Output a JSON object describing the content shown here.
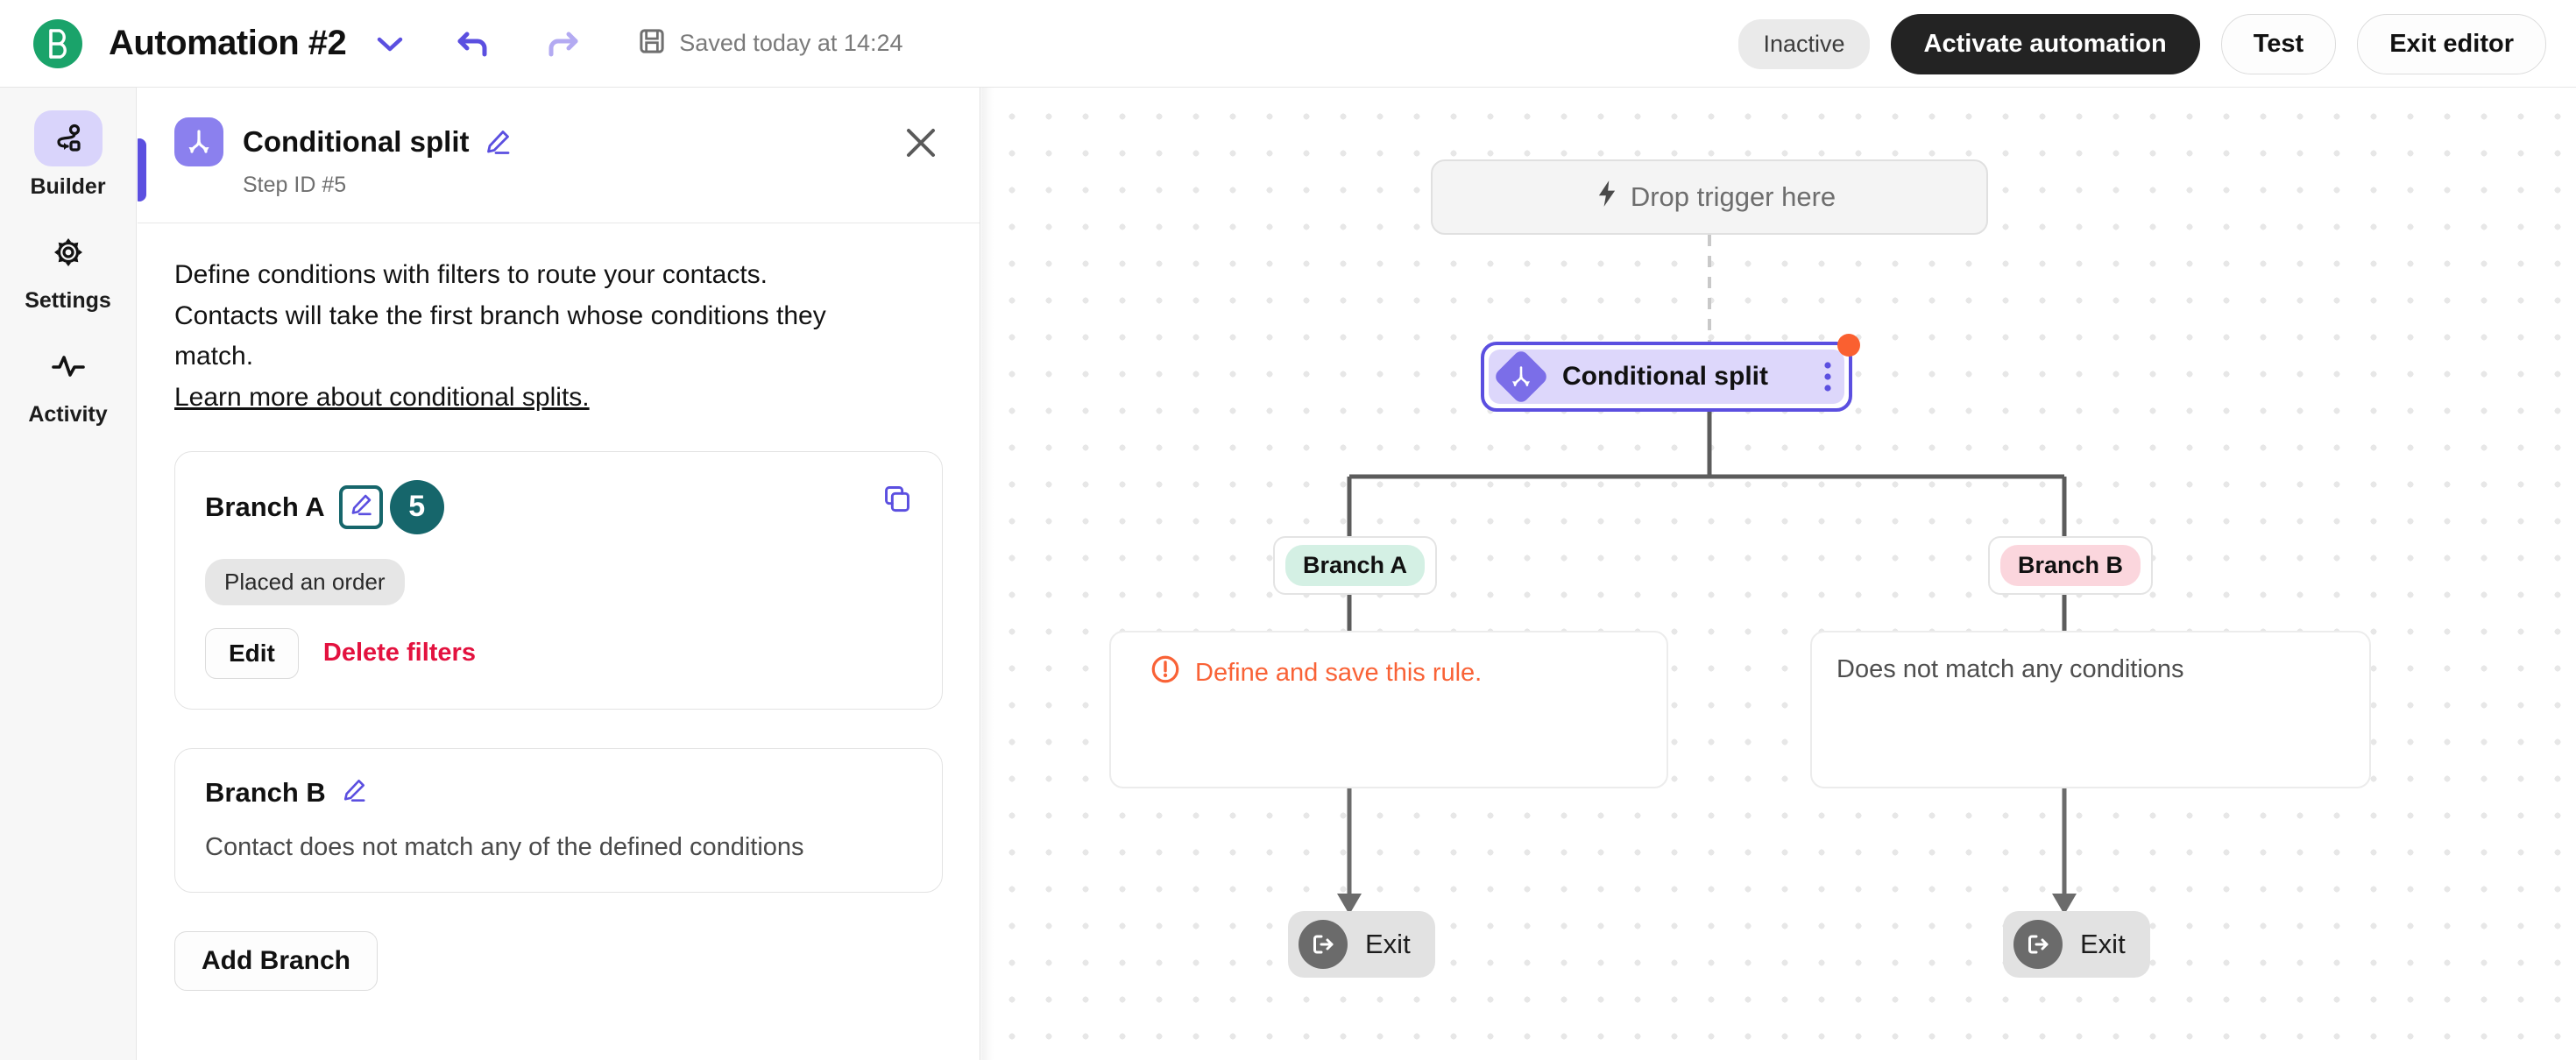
{
  "topbar": {
    "logo_icon": "brevo-b-logo-icon",
    "title": "Automation #2",
    "chevron_icon": "chevron-down-icon",
    "undo_icon": "undo-arrow-icon",
    "redo_icon": "redo-arrow-icon",
    "save_icon": "floppy-save-icon",
    "saved_text": "Saved today at 14:24",
    "status_badge": "Inactive",
    "activate_label": "Activate automation",
    "test_label": "Test",
    "exit_label": "Exit editor"
  },
  "rail": {
    "items": [
      {
        "label": "Builder",
        "icon": "flow-builder-icon",
        "active": true
      },
      {
        "label": "Settings",
        "icon": "gear-icon",
        "active": false
      },
      {
        "label": "Activity",
        "icon": "pulse-activity-icon",
        "active": false
      }
    ]
  },
  "panel": {
    "step_icon": "conditional-split-icon",
    "title": "Conditional split",
    "title_edit_icon": "pencil-icon",
    "step_id": "Step ID #5",
    "close_icon": "close-x-icon",
    "description_line1": "Define conditions with filters to route your contacts.",
    "description_line2": "Contacts will take the first branch whose conditions they",
    "description_line3": "match.",
    "learn_more": "Learn more about conditional splits.",
    "branch_a": {
      "name": "Branch A",
      "edit_pencil_icon": "pencil-icon",
      "step_number": "5",
      "copy_icon": "copy-duplicate-icon",
      "filter_chip": "Placed an order",
      "edit_label": "Edit",
      "delete_label": "Delete filters"
    },
    "branch_b": {
      "name": "Branch B",
      "edit_pencil_icon": "pencil-icon",
      "description": "Contact does not match any of the defined conditions"
    },
    "add_branch_label": "Add Branch"
  },
  "canvas": {
    "drop_trigger": {
      "label": "Drop trigger here",
      "icon": "lightning-bolt-icon"
    },
    "split_node": {
      "label": "Conditional split",
      "icon": "conditional-split-icon",
      "menu_icon": "kebab-menu-icon",
      "alert_dot_color": "#fa6030"
    },
    "branch_a": {
      "chip": "Branch A",
      "chip_color": "#d4f0e4",
      "condition_icon": "alert-circle-icon",
      "condition_text": "Define and save this rule.",
      "condition_color": "#f96236",
      "exit_label": "Exit",
      "exit_icon": "logout-exit-icon"
    },
    "branch_b": {
      "chip": "Branch B",
      "chip_color": "#fbd6dd",
      "condition_text": "Does not match any conditions",
      "exit_label": "Exit",
      "exit_icon": "logout-exit-icon"
    }
  },
  "colors": {
    "brand_green": "#1aa36a",
    "accent_purple": "#5b4fe0",
    "teal_highlight": "#16666b",
    "danger_red": "#e3123f",
    "warning_orange": "#f96236"
  }
}
